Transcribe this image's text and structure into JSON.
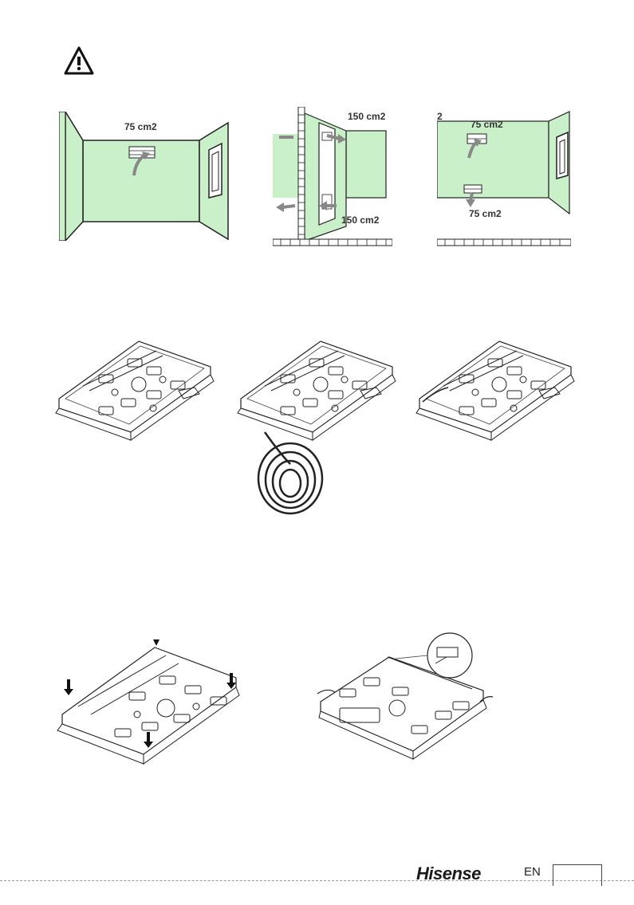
{
  "ventilation": {
    "fig1": {
      "label": "75 cm2"
    },
    "fig2": {
      "label_top": "150 cm2",
      "label_bottom": "150 cm2"
    },
    "fig3": {
      "label_partial": "2",
      "label_top": "75 cm2",
      "label_bottom": "75 cm2"
    }
  },
  "footer": {
    "brand": "Hisense",
    "language": "EN",
    "page_number": ""
  },
  "colors": {
    "wall_green": "#c9f0c9",
    "line": "#222222",
    "arrow": "#888888"
  },
  "icons": {
    "warning": "warning-triangle-icon"
  }
}
